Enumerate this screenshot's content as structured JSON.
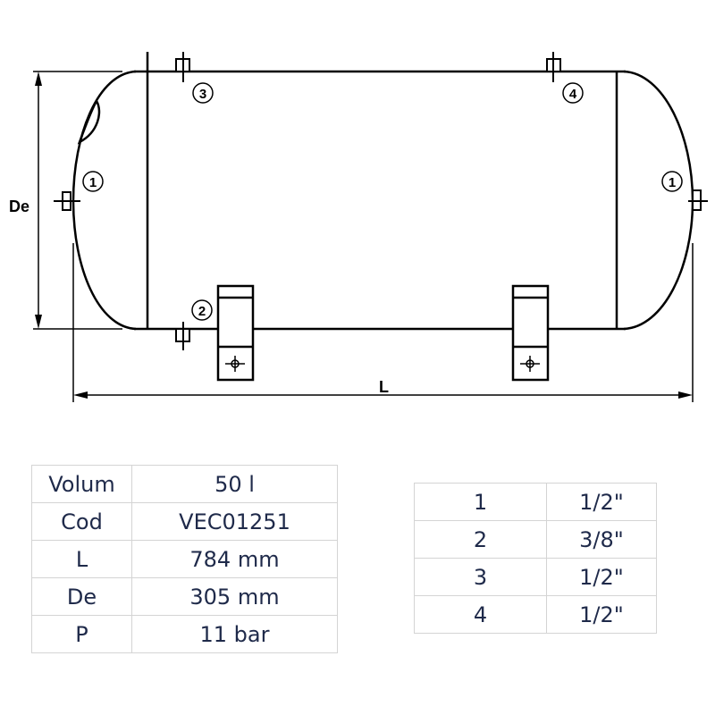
{
  "drawing": {
    "dimension_de": "De",
    "dimension_l": "L",
    "port_markers": [
      "1",
      "2",
      "3",
      "4",
      "1"
    ]
  },
  "specs": [
    {
      "label": "Volum",
      "value": "50 l"
    },
    {
      "label": "Cod",
      "value": "VEC01251"
    },
    {
      "label": "L",
      "value": "784 mm"
    },
    {
      "label": "De",
      "value": "305 mm"
    },
    {
      "label": "P",
      "value": "11 bar"
    }
  ],
  "ports": [
    {
      "port": "1",
      "size": "1/2\""
    },
    {
      "port": "2",
      "size": "3/8\""
    },
    {
      "port": "3",
      "size": "1/2\""
    },
    {
      "port": "4",
      "size": "1/2\""
    }
  ]
}
